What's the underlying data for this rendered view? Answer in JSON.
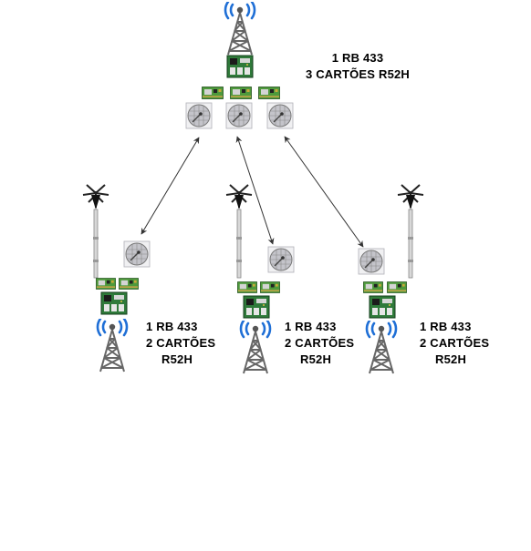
{
  "colors": {
    "background": "#ffffff",
    "text": "#000000",
    "tower": "#6b6b6b",
    "signal": "#1f6fd6",
    "board": "#2f7a3a",
    "dish": "#9a9aa0",
    "link": "#333333"
  },
  "icons": {
    "tower": "cell-tower-icon",
    "antenna": "omni-antenna-icon",
    "dish": "parabolic-dish-icon",
    "board": "routerboard-icon",
    "card": "radio-card-icon"
  },
  "central_node": {
    "line1": "1 RB 433",
    "line2": "3 CARTÕES R52H"
  },
  "remote_nodes": [
    {
      "line1": "1 RB 433",
      "line2": "2 CARTÕES",
      "line3": "R52H"
    },
    {
      "line1": "1 RB 433",
      "line2": "2 CARTÕES",
      "line3": "R52H"
    },
    {
      "line1": "1 RB 433",
      "line2": "2 CARTÕES",
      "line3": "R52H"
    }
  ]
}
